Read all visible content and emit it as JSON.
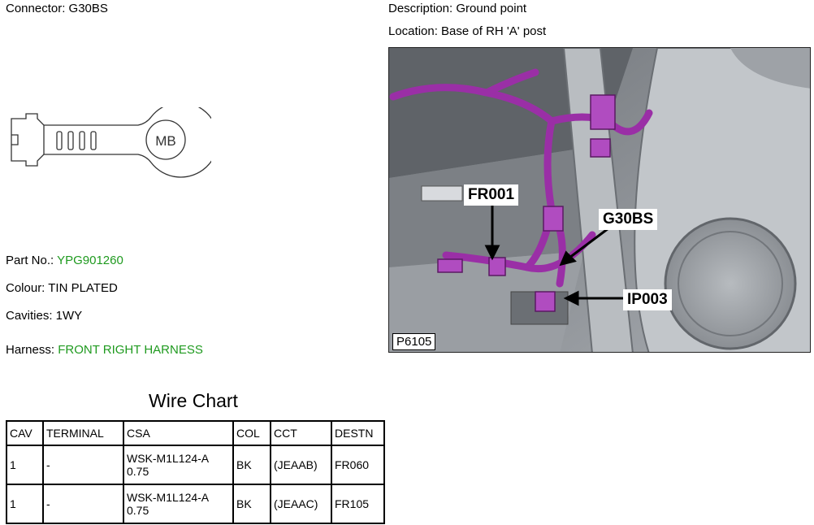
{
  "header": {
    "connector": "Connector: G30BS",
    "description": "Description: Ground point",
    "location": "Location: Base of RH 'A' post"
  },
  "connector_drawing": {
    "icon": "ring-terminal-icon",
    "stamp": "MB"
  },
  "details": {
    "part_label": "Part No.: ",
    "part_value": "YPG901260",
    "colour": "Colour: TIN PLATED",
    "cavities": "Cavities: 1WY",
    "harness_label": "Harness: ",
    "harness_value": "FRONT RIGHT HARNESS",
    "value_color": "#1f9a1f"
  },
  "photo": {
    "id": "P6105",
    "callouts": {
      "fr001": "FR001",
      "g30bs": "G30BS",
      "ip003": "IP003"
    },
    "harness_color": "#9a2fa6"
  },
  "wire_chart": {
    "title": "Wire Chart",
    "headers": [
      "CAV",
      "TERMINAL",
      "CSA",
      "COL",
      "CCT",
      "DESTN"
    ],
    "rows": [
      {
        "cav": "1",
        "terminal": "-",
        "csa_1": "WSK-M1L124-A",
        "csa_2": "0.75",
        "col": "BK",
        "cct": "(JEAAB)",
        "destn": "FR060"
      },
      {
        "cav": "1",
        "terminal": "-",
        "csa_1": "WSK-M1L124-A",
        "csa_2": "0.75",
        "col": "BK",
        "cct": "(JEAAC)",
        "destn": "FR105"
      }
    ]
  }
}
